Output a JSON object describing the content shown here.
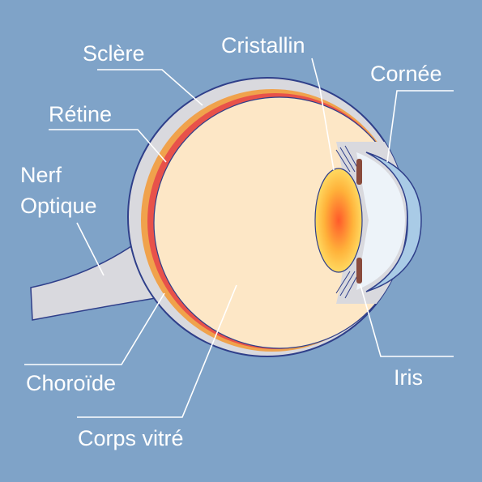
{
  "diagram": {
    "subject": "eye-cross-section",
    "labels": {
      "sclere": "Sclère",
      "retine": "Rétine",
      "nerf_line1": "Nerf",
      "nerf_line2": "Optique",
      "choroide": "Choroïde",
      "corps_vitre": "Corps vitré",
      "cristallin": "Cristallin",
      "cornee": "Cornée",
      "iris": "Iris"
    },
    "colors": {
      "background": "#7fa3c8",
      "sclera": "#d9d9de",
      "outline": "#2f3f8a",
      "retina": "#e8524a",
      "choroid": "#f0a24c",
      "vitreous": "#fde7c6",
      "cornea": "#a9cbe6",
      "aqueous": "#edf3f9",
      "iris": "#8a4b3c",
      "lens_center": "#ff5a2a",
      "lens_edge": "#ffe36a"
    }
  }
}
